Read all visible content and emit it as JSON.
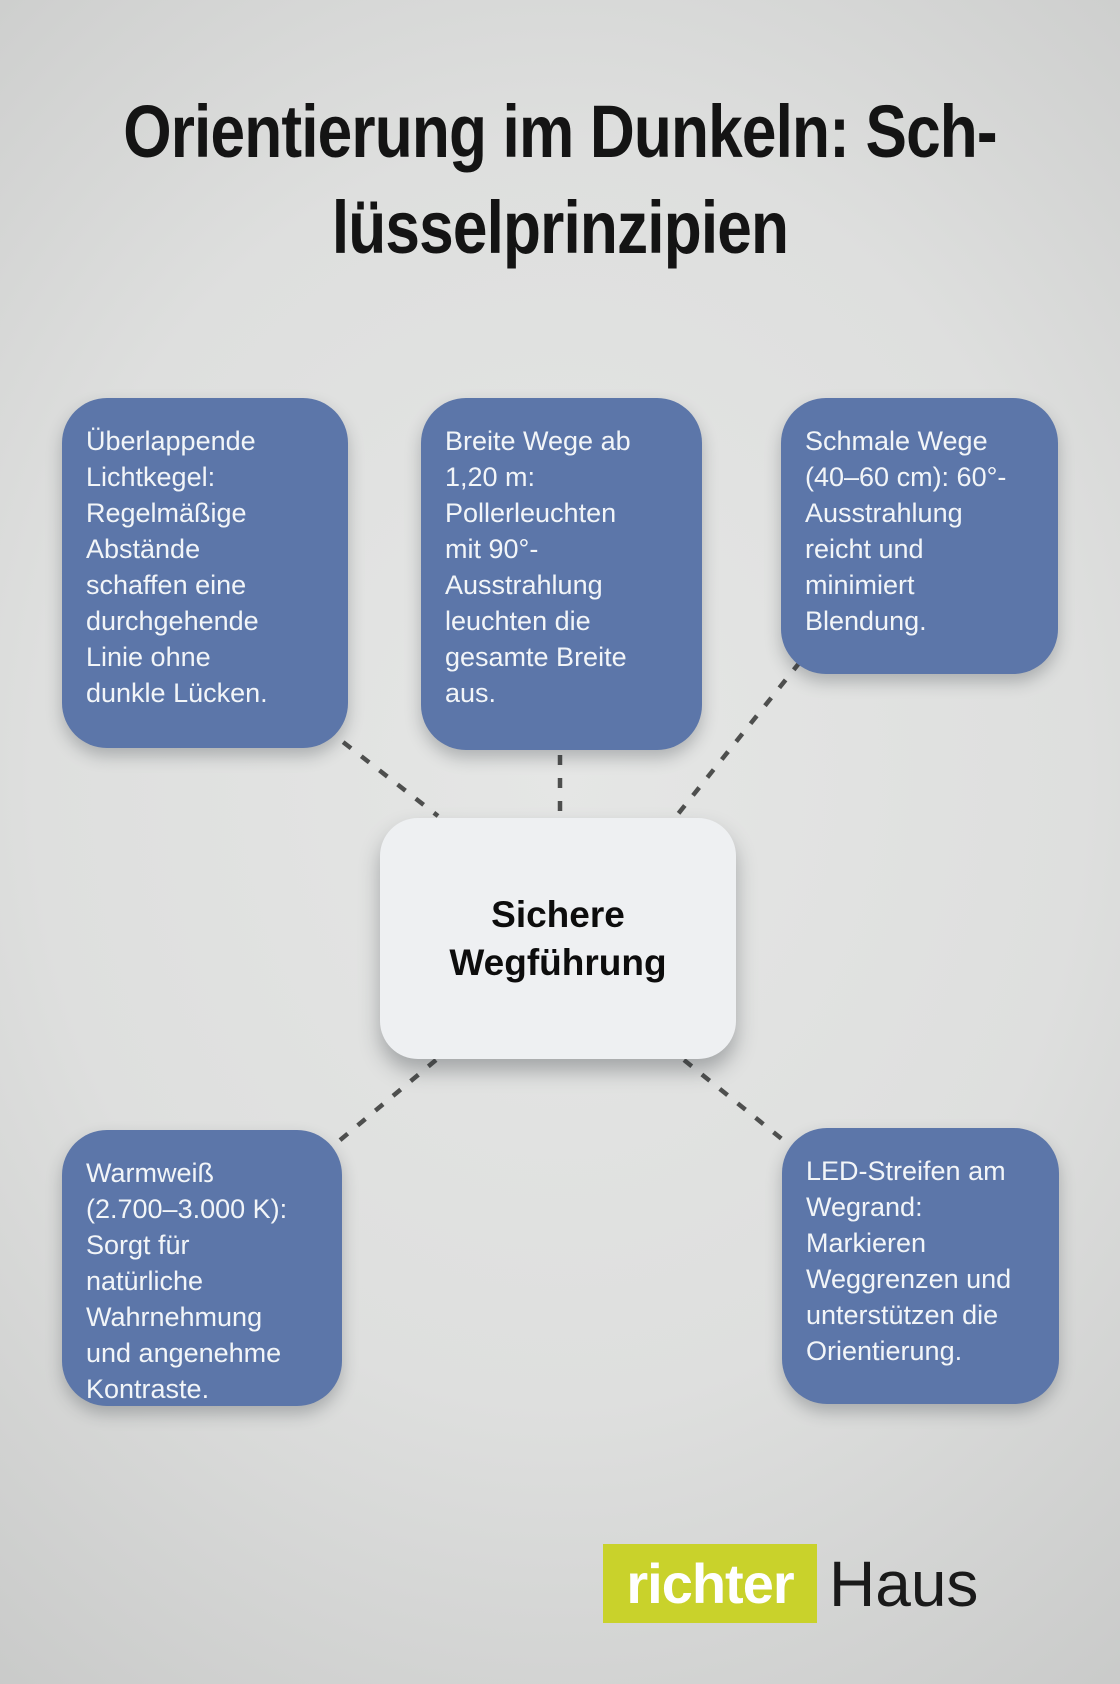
{
  "title": {
    "text": "Orientierung im Dunkeln: Sch-\nlüsselprinzipien"
  },
  "center": {
    "text": "Sichere\nWegführung"
  },
  "nodes": [
    {
      "id": "top-left",
      "text": "Überlappende\nLichtkegel:\nRegelmäßige\nAbstände\nschaffen eine\ndurchgehende\nLinie ohne\ndunkle Lücken."
    },
    {
      "id": "top-middle",
      "text": "Breite Wege ab\n1,20 m:\nPollerleuchten\nmit 90°-\nAusstrahlung\nleuchten die\ngesamte Breite\naus."
    },
    {
      "id": "top-right",
      "text": "Schmale Wege\n(40–60 cm): 60°-\nAusstrahlung\nreicht und\nminimiert\nBlendung."
    },
    {
      "id": "bottom-left",
      "text": "Warmweiß\n(2.700–3.000 K):\nSorgt für\nnatürliche\nWahrnehmung\nund angenehme\nKontraste."
    },
    {
      "id": "bottom-right",
      "text": "LED-Streifen am\nWegrand:\nMarkieren\nWeggrenzen und\nunterstützen die\nOrientierung."
    }
  ],
  "logo": {
    "primary": "richter",
    "secondary": "Haus"
  },
  "colors": {
    "background": "#dedfde",
    "background_light": "#e5e6e5",
    "background_edge": "#c9cac9",
    "title_color": "#141414",
    "node_fill": "#5c76a9",
    "node_text": "#f2f5f8",
    "center_fill": "#eef0f2",
    "center_text": "#0d0d0d",
    "connector_color": "#4e4f4e",
    "logo_accent": "#c9d22b",
    "logo_secondary_color": "#1a1a1a"
  }
}
